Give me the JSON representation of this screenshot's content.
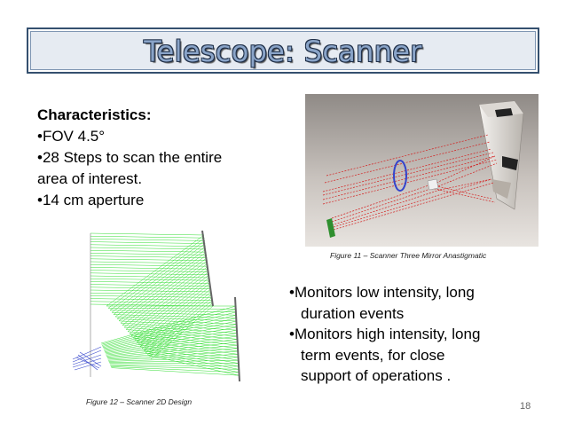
{
  "slide": {
    "title": "Telescope: Scanner",
    "page_number": "18"
  },
  "characteristics": {
    "heading": "Characteristics:",
    "lines": [
      "•FOV 4.5°",
      "•28 Steps to scan the entire",
      "area of interest.",
      "•14 cm aperture"
    ]
  },
  "figure11": {
    "caption": "Figure 11 – Scanner Three Mirror Anastigmatic",
    "icon": "3d-ray-trace-render"
  },
  "figure12": {
    "caption": "Figure 12 – Scanner 2D Design",
    "icon": "2d-ray-trace-diagram"
  },
  "bullets": {
    "b1_line1": "•Monitors low intensity, long",
    "b1_line2": "duration events",
    "b2_line1": "•Monitors high intensity, long",
    "b2_line2": "term events, for close",
    "b2_line3": "support of operations ."
  },
  "colors": {
    "title_fill": "#8aa4c8",
    "title_outline": "#1f2f48",
    "ray_green": "#33dd33",
    "ray_blue": "#3344cc",
    "ray_red": "#d42020"
  }
}
